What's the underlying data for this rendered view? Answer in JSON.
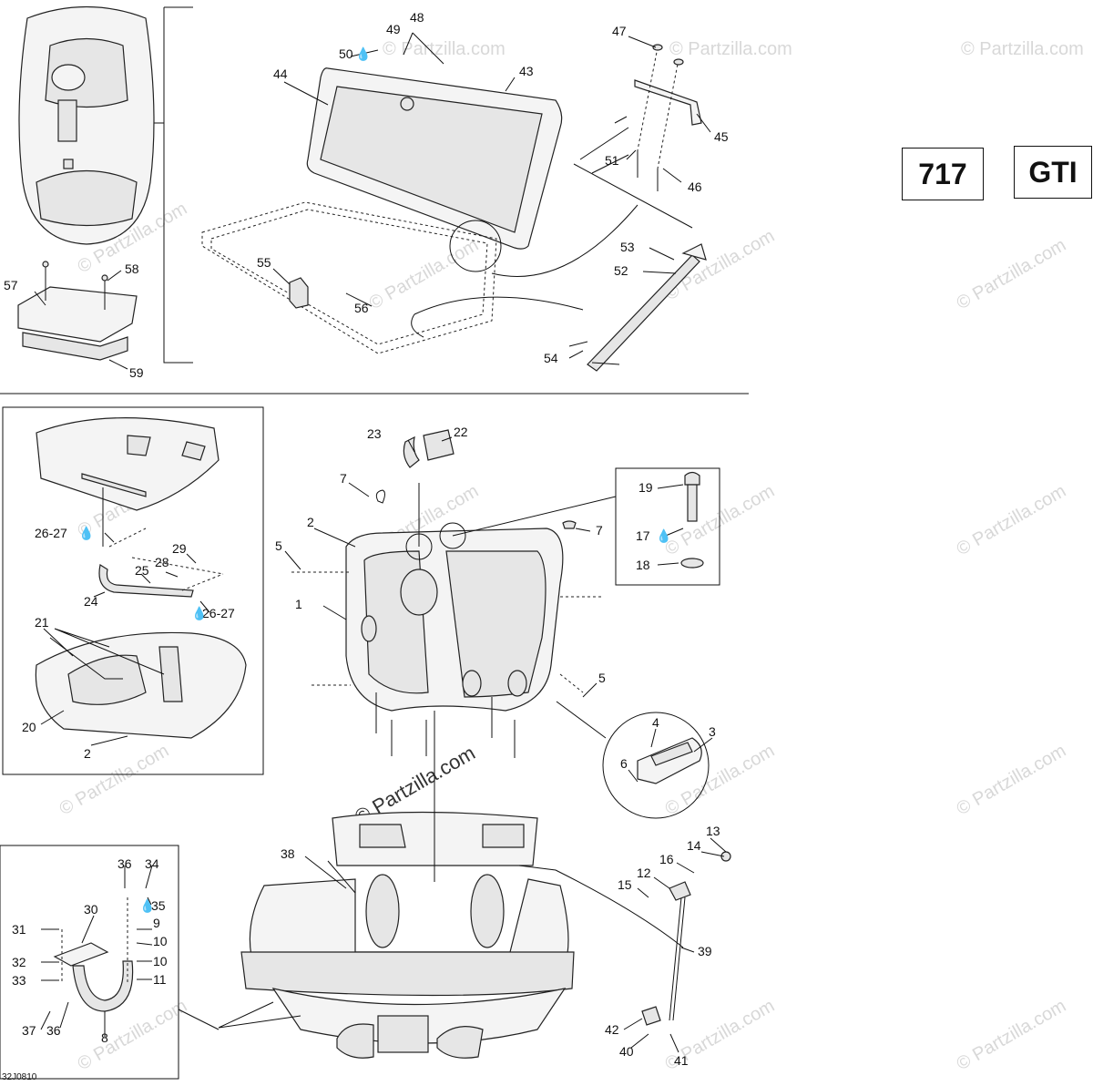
{
  "model_codes": [
    "717",
    "GTI"
  ],
  "diagram_code": "32J0810",
  "watermark": "© Partzilla.com",
  "callouts": {
    "c1": "1",
    "c2a": "2",
    "c2b": "2",
    "c3": "3",
    "c4": "4",
    "c5a": "5",
    "c5b": "5",
    "c6": "6",
    "c7a": "7",
    "c7b": "7",
    "c8": "8",
    "c9": "9",
    "c10a": "10",
    "c10b": "10",
    "c11": "11",
    "c12": "12",
    "c13": "13",
    "c14": "14",
    "c15": "15",
    "c16": "16",
    "c17": "17",
    "c18": "18",
    "c19": "19",
    "c20": "20",
    "c21": "21",
    "c22": "22",
    "c23": "23",
    "c24": "24",
    "c25": "25",
    "c2627a": "26-27",
    "c2627b": "26-27",
    "c28": "28",
    "c29": "29",
    "c30": "30",
    "c31": "31",
    "c32": "32",
    "c33": "33",
    "c34": "34",
    "c35": "35",
    "c36a": "36",
    "c36b": "36",
    "c37": "37",
    "c38": "38",
    "c39": "39",
    "c40": "40",
    "c41": "41",
    "c42": "42",
    "c43": "43",
    "c44": "44",
    "c45": "45",
    "c46": "46",
    "c47": "47",
    "c48": "48",
    "c49": "49",
    "c50": "50",
    "c51": "51",
    "c52": "52",
    "c53": "53",
    "c54": "54",
    "c55": "55",
    "c56": "56",
    "c57": "57",
    "c58": "58",
    "c59": "59"
  },
  "icons": {
    "sealant": "droplet-icon"
  }
}
